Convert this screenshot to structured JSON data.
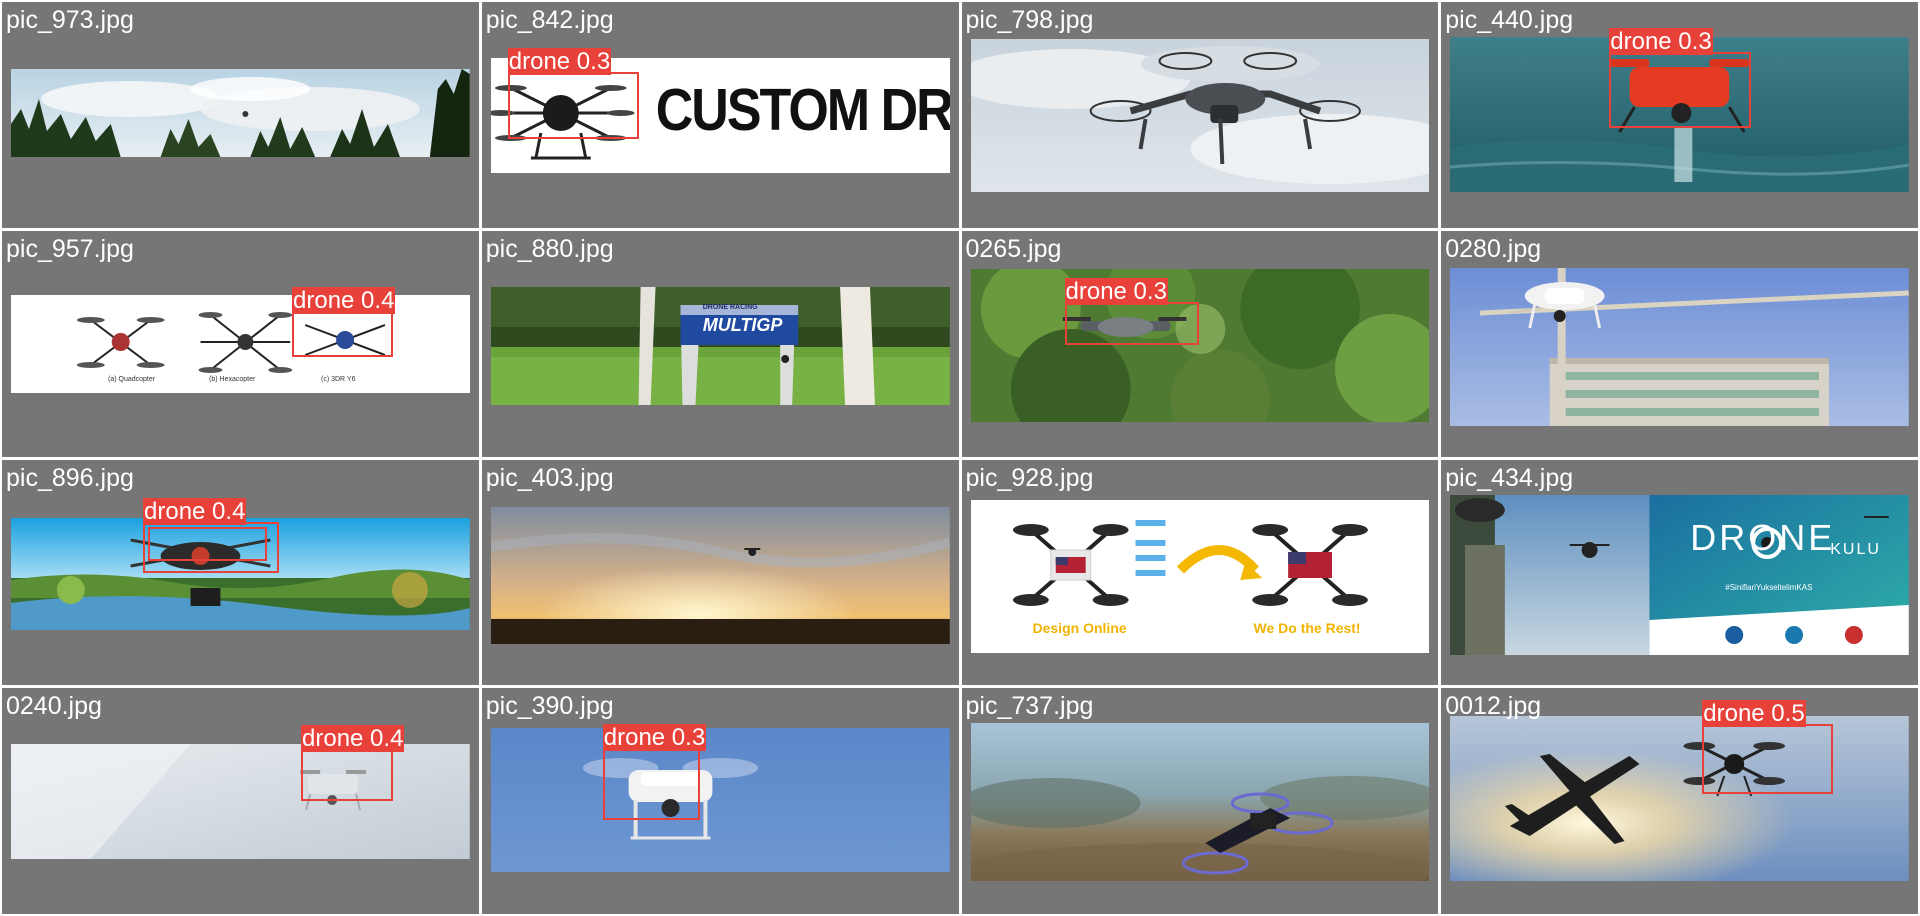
{
  "detection_color": "#e8413a",
  "tile_bg": "#767676",
  "tiles": [
    {
      "file": "pic_973.jpg",
      "scene": "sky-trees"
    },
    {
      "file": "pic_842.jpg",
      "scene": "custom-drones-banner",
      "banner_text": "CUSTOM DRONES",
      "detections": [
        {
          "label": "drone 0.3"
        }
      ]
    },
    {
      "file": "pic_798.jpg",
      "scene": "cloudy-sky-drone"
    },
    {
      "file": "pic_440.jpg",
      "scene": "water-drone",
      "detections": [
        {
          "label": "drone 0.3"
        }
      ]
    },
    {
      "file": "pic_957.jpg",
      "scene": "drone-diagram",
      "captions": [
        "(a) Quadcopter",
        "(b) Hexacopter",
        "(c) 3DR Y6"
      ],
      "detections": [
        {
          "label": "drone 0.4"
        }
      ]
    },
    {
      "file": "pic_880.jpg",
      "scene": "drone-race-gate",
      "gate_text": "MULTIGP",
      "gate_subtext": "DRONE RACING"
    },
    {
      "file": "0265.jpg",
      "scene": "forest-drone",
      "detections": [
        {
          "label": "drone 0.3"
        }
      ]
    },
    {
      "file": "0280.jpg",
      "scene": "crane-drone"
    },
    {
      "file": "pic_896.jpg",
      "scene": "lake-drone",
      "detections": [
        {
          "label": "drone 0.4"
        }
      ]
    },
    {
      "file": "pic_403.jpg",
      "scene": "sunset-drone"
    },
    {
      "file": "pic_928.jpg",
      "scene": "design-online",
      "left_caption": "Design Online",
      "right_caption": "We Do the Rest!"
    },
    {
      "file": "pic_434.jpg",
      "scene": "drone-okulu",
      "brand_main": "DRONE",
      "brand_sub": "KULU",
      "hashtag": "#SiniflariYukseltelimKAS"
    },
    {
      "file": "0240.jpg",
      "scene": "white-sky-drone",
      "detections": [
        {
          "label": "drone 0.4"
        }
      ]
    },
    {
      "file": "pic_390.jpg",
      "scene": "blue-sky-phantom",
      "detections": [
        {
          "label": "drone 0.3"
        }
      ]
    },
    {
      "file": "pic_737.jpg",
      "scene": "fpv-drone"
    },
    {
      "file": "0012.jpg",
      "scene": "plane-sun",
      "detections": [
        {
          "label": "drone 0.5"
        }
      ]
    }
  ]
}
